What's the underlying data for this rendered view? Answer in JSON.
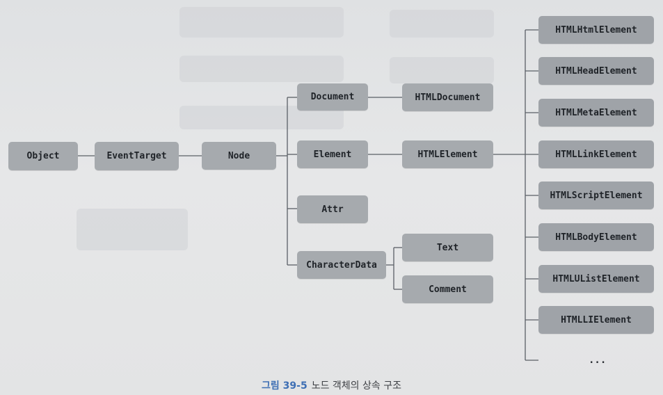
{
  "diagram": {
    "root": "Object",
    "event_target": "EventTarget",
    "node": "Node",
    "node_children": [
      "Document",
      "Element",
      "Attr",
      "CharacterData"
    ],
    "document_child": "HTMLDocument",
    "element_child": "HTMLElement",
    "characterdata_children": [
      "Text",
      "Comment"
    ],
    "html_element_children": [
      "HTMLHtmlElement",
      "HTMLHeadElement",
      "HTMLMetaElement",
      "HTMLLinkElement",
      "HTMLScriptElement",
      "HTMLBodyElement",
      "HTMLUListElement",
      "HTMLLIElement"
    ],
    "more": "..."
  },
  "caption": {
    "number": "그림 39-5",
    "text": "노드 객체의 상속 구조"
  },
  "colors": {
    "box": "#a6aaae",
    "line": "#5a5f66",
    "caption_number": "#3e6fb4"
  }
}
